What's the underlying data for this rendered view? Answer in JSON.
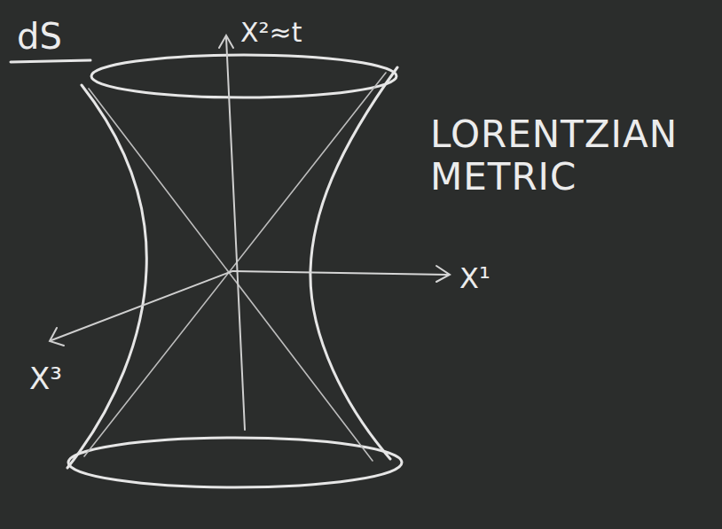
{
  "diagram": {
    "labels": [
      "dS",
      "X²≈t",
      "X¹",
      "X³",
      "LORENTZIAN METRIC"
    ]
  }
}
